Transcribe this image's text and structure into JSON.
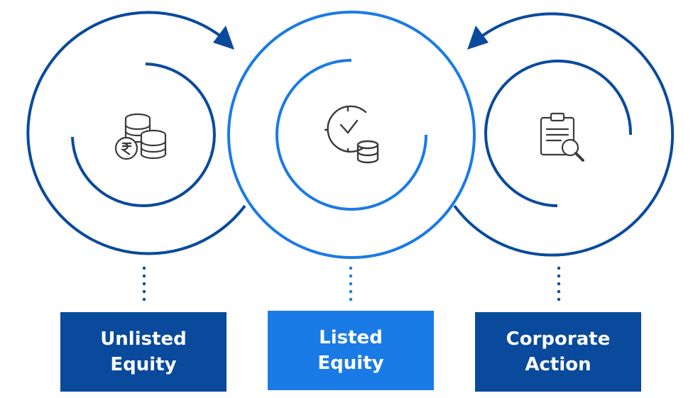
{
  "colors": {
    "dark_blue": "#0a4a9c",
    "light_blue": "#1a7ae6",
    "icon_gray": "#3a3a3a",
    "text": "#ffffff"
  },
  "nodes": [
    {
      "id": "unlisted-equity",
      "label_line1": "Unlisted",
      "label_line2": "Equity",
      "icon": "coins-rupee-icon",
      "color": "#0a4a9c"
    },
    {
      "id": "listed-equity",
      "label_line1": "Listed",
      "label_line2": "Equity",
      "icon": "clock-database-icon",
      "color": "#1a7ae6"
    },
    {
      "id": "corporate-action",
      "label_line1": "Corporate",
      "label_line2": "Action",
      "icon": "clipboard-search-icon",
      "color": "#0a4a9c"
    }
  ]
}
